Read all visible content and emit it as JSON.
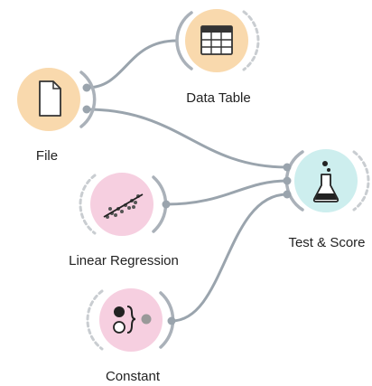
{
  "widgets": {
    "file": {
      "label": "File",
      "icon": "file-icon"
    },
    "data_table": {
      "label": "Data Table",
      "icon": "table-icon"
    },
    "linear_regression": {
      "label": "Linear Regression",
      "icon": "regression-icon"
    },
    "constant": {
      "label": "Constant",
      "icon": "constant-icon"
    },
    "test_score": {
      "label": "Test & Score",
      "icon": "flask-icon"
    }
  },
  "colors": {
    "data_widget": "#f9d9ad",
    "model_widget": "#f6cfe0",
    "evaluate_widget": "#cdeeee",
    "link": "#9aa4ad"
  }
}
